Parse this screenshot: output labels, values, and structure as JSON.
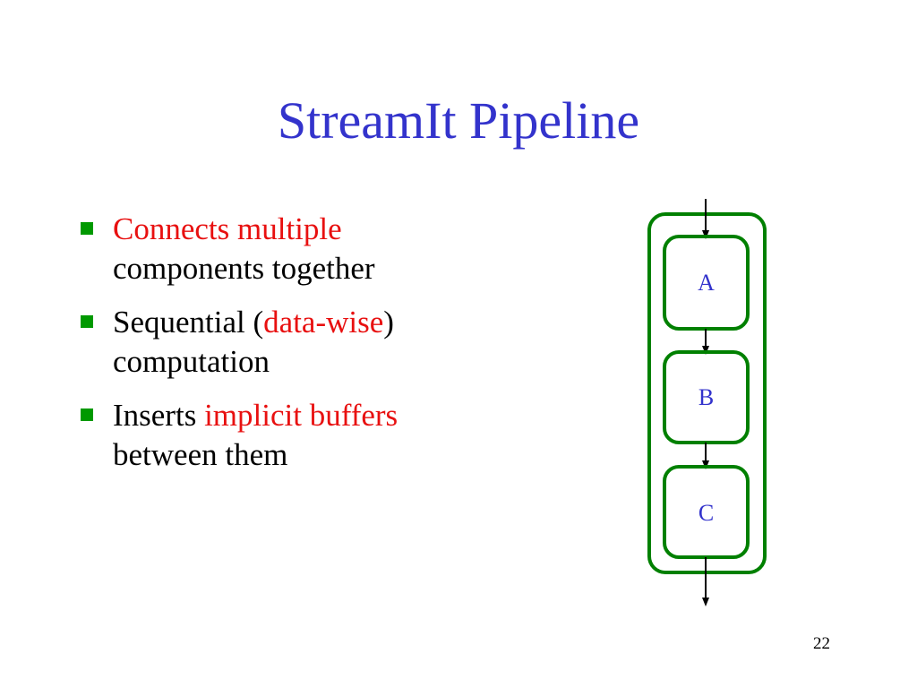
{
  "slide": {
    "title": "StreamIt Pipeline",
    "page_number": "22",
    "bullets": [
      {
        "line1_red": "Connects multiple",
        "line2": "components together"
      },
      {
        "pre": "Sequential (",
        "red": "data-wise",
        "post": ")",
        "line2": "computation"
      },
      {
        "pre": "Inserts ",
        "red": "implicit buffers",
        "line2": "between them"
      }
    ],
    "diagram": {
      "stages": [
        "A",
        "B",
        "C"
      ]
    },
    "colors": {
      "title": "#3333cc",
      "highlight": "#e81010",
      "bullet_marker": "#009900",
      "box_stroke": "#008000",
      "diagram_label": "#3333cc"
    }
  }
}
